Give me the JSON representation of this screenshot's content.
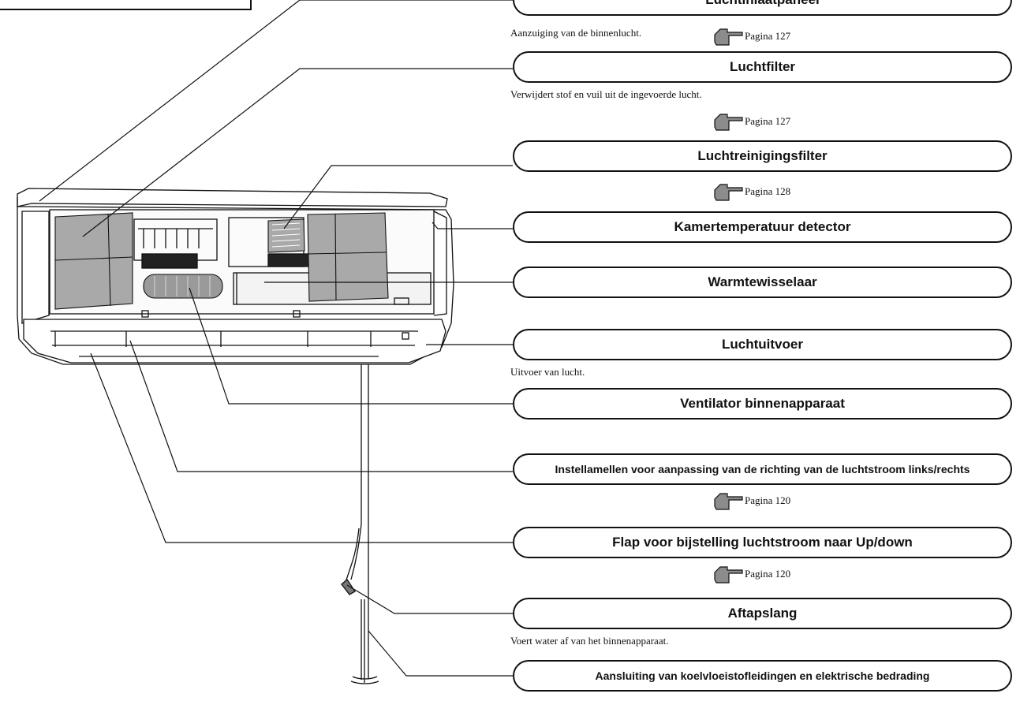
{
  "colors": {
    "line": "#111111",
    "filter_gray": "#a9a9a9",
    "hand_gray": "#8c8c8c",
    "background": "#ffffff"
  },
  "reference_icon": "pointing-hand-icon",
  "parts": [
    {
      "id": "luchtinlaatpaneel",
      "label": "Luchtinlaatpaneel",
      "description": "Aanzuiging van de binnenlucht.",
      "reference": "Pagina 127"
    },
    {
      "id": "luchtfilter",
      "label": "Luchtfilter",
      "description": "Verwijdert stof en vuil uit de ingevoerde lucht.",
      "reference": "Pagina 127"
    },
    {
      "id": "luchtreinigingsfilter",
      "label": "Luchtreinigingsfilter",
      "reference": "Pagina 128"
    },
    {
      "id": "kamertemperatuur-detector",
      "label": "Kamertemperatuur detector"
    },
    {
      "id": "warmtewisselaar",
      "label": "Warmtewisselaar"
    },
    {
      "id": "luchtuitvoer",
      "label": "Luchtuitvoer",
      "description": "Uitvoer van lucht."
    },
    {
      "id": "ventilator-binnenapparaat",
      "label": "Ventilator binnenapparaat"
    },
    {
      "id": "instellamellen",
      "label": "Instellamellen voor aanpassing van de richting van de luchtstroom links/rechts",
      "reference": "Pagina 120"
    },
    {
      "id": "flap",
      "label": "Flap voor bijstelling luchtstroom naar Up/down",
      "reference": "Pagina 120"
    },
    {
      "id": "aftapslang",
      "label": "Aftapslang",
      "description": "Voert water af van het binnenapparaat."
    },
    {
      "id": "aansluiting",
      "label": "Aansluiting van koelvloeistofleidingen en elektrische bedrading"
    }
  ]
}
